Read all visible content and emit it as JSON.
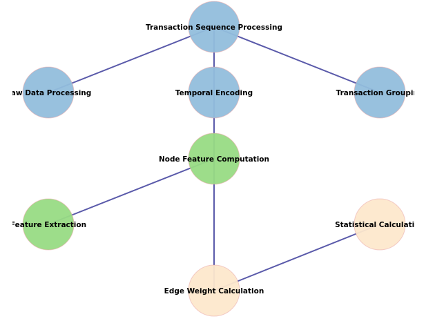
{
  "nodes": [
    {
      "id": "transaction-sequence-processing",
      "label": "Transaction Sequence Processing",
      "color": "#92bedc"
    },
    {
      "id": "raw-data-processing",
      "label": "Raw Data Processing",
      "color": "#92bedc"
    },
    {
      "id": "temporal-encoding",
      "label": "Temporal Encoding",
      "color": "#92bedc"
    },
    {
      "id": "transaction-grouping",
      "label": "Transaction Grouping",
      "color": "#92bedc"
    },
    {
      "id": "node-feature-computation",
      "label": "Node Feature Computation",
      "color": "#98db84"
    },
    {
      "id": "feature-extraction",
      "label": "Feature Extraction",
      "color": "#98db84"
    },
    {
      "id": "statistical-calculation",
      "label": "Statistical Calculation",
      "color": "#fde8cc"
    },
    {
      "id": "edge-weight-calculation",
      "label": "Edge Weight Calculation",
      "color": "#fde8cc"
    }
  ],
  "edges": [
    {
      "from": "transaction-sequence-processing",
      "to": "raw-data-processing"
    },
    {
      "from": "transaction-sequence-processing",
      "to": "temporal-encoding"
    },
    {
      "from": "transaction-sequence-processing",
      "to": "transaction-grouping"
    },
    {
      "from": "temporal-encoding",
      "to": "node-feature-computation"
    },
    {
      "from": "node-feature-computation",
      "to": "feature-extraction"
    },
    {
      "from": "node-feature-computation",
      "to": "edge-weight-calculation"
    },
    {
      "from": "edge-weight-calculation",
      "to": "statistical-calculation"
    }
  ],
  "edge_color": "#5a5aaa"
}
